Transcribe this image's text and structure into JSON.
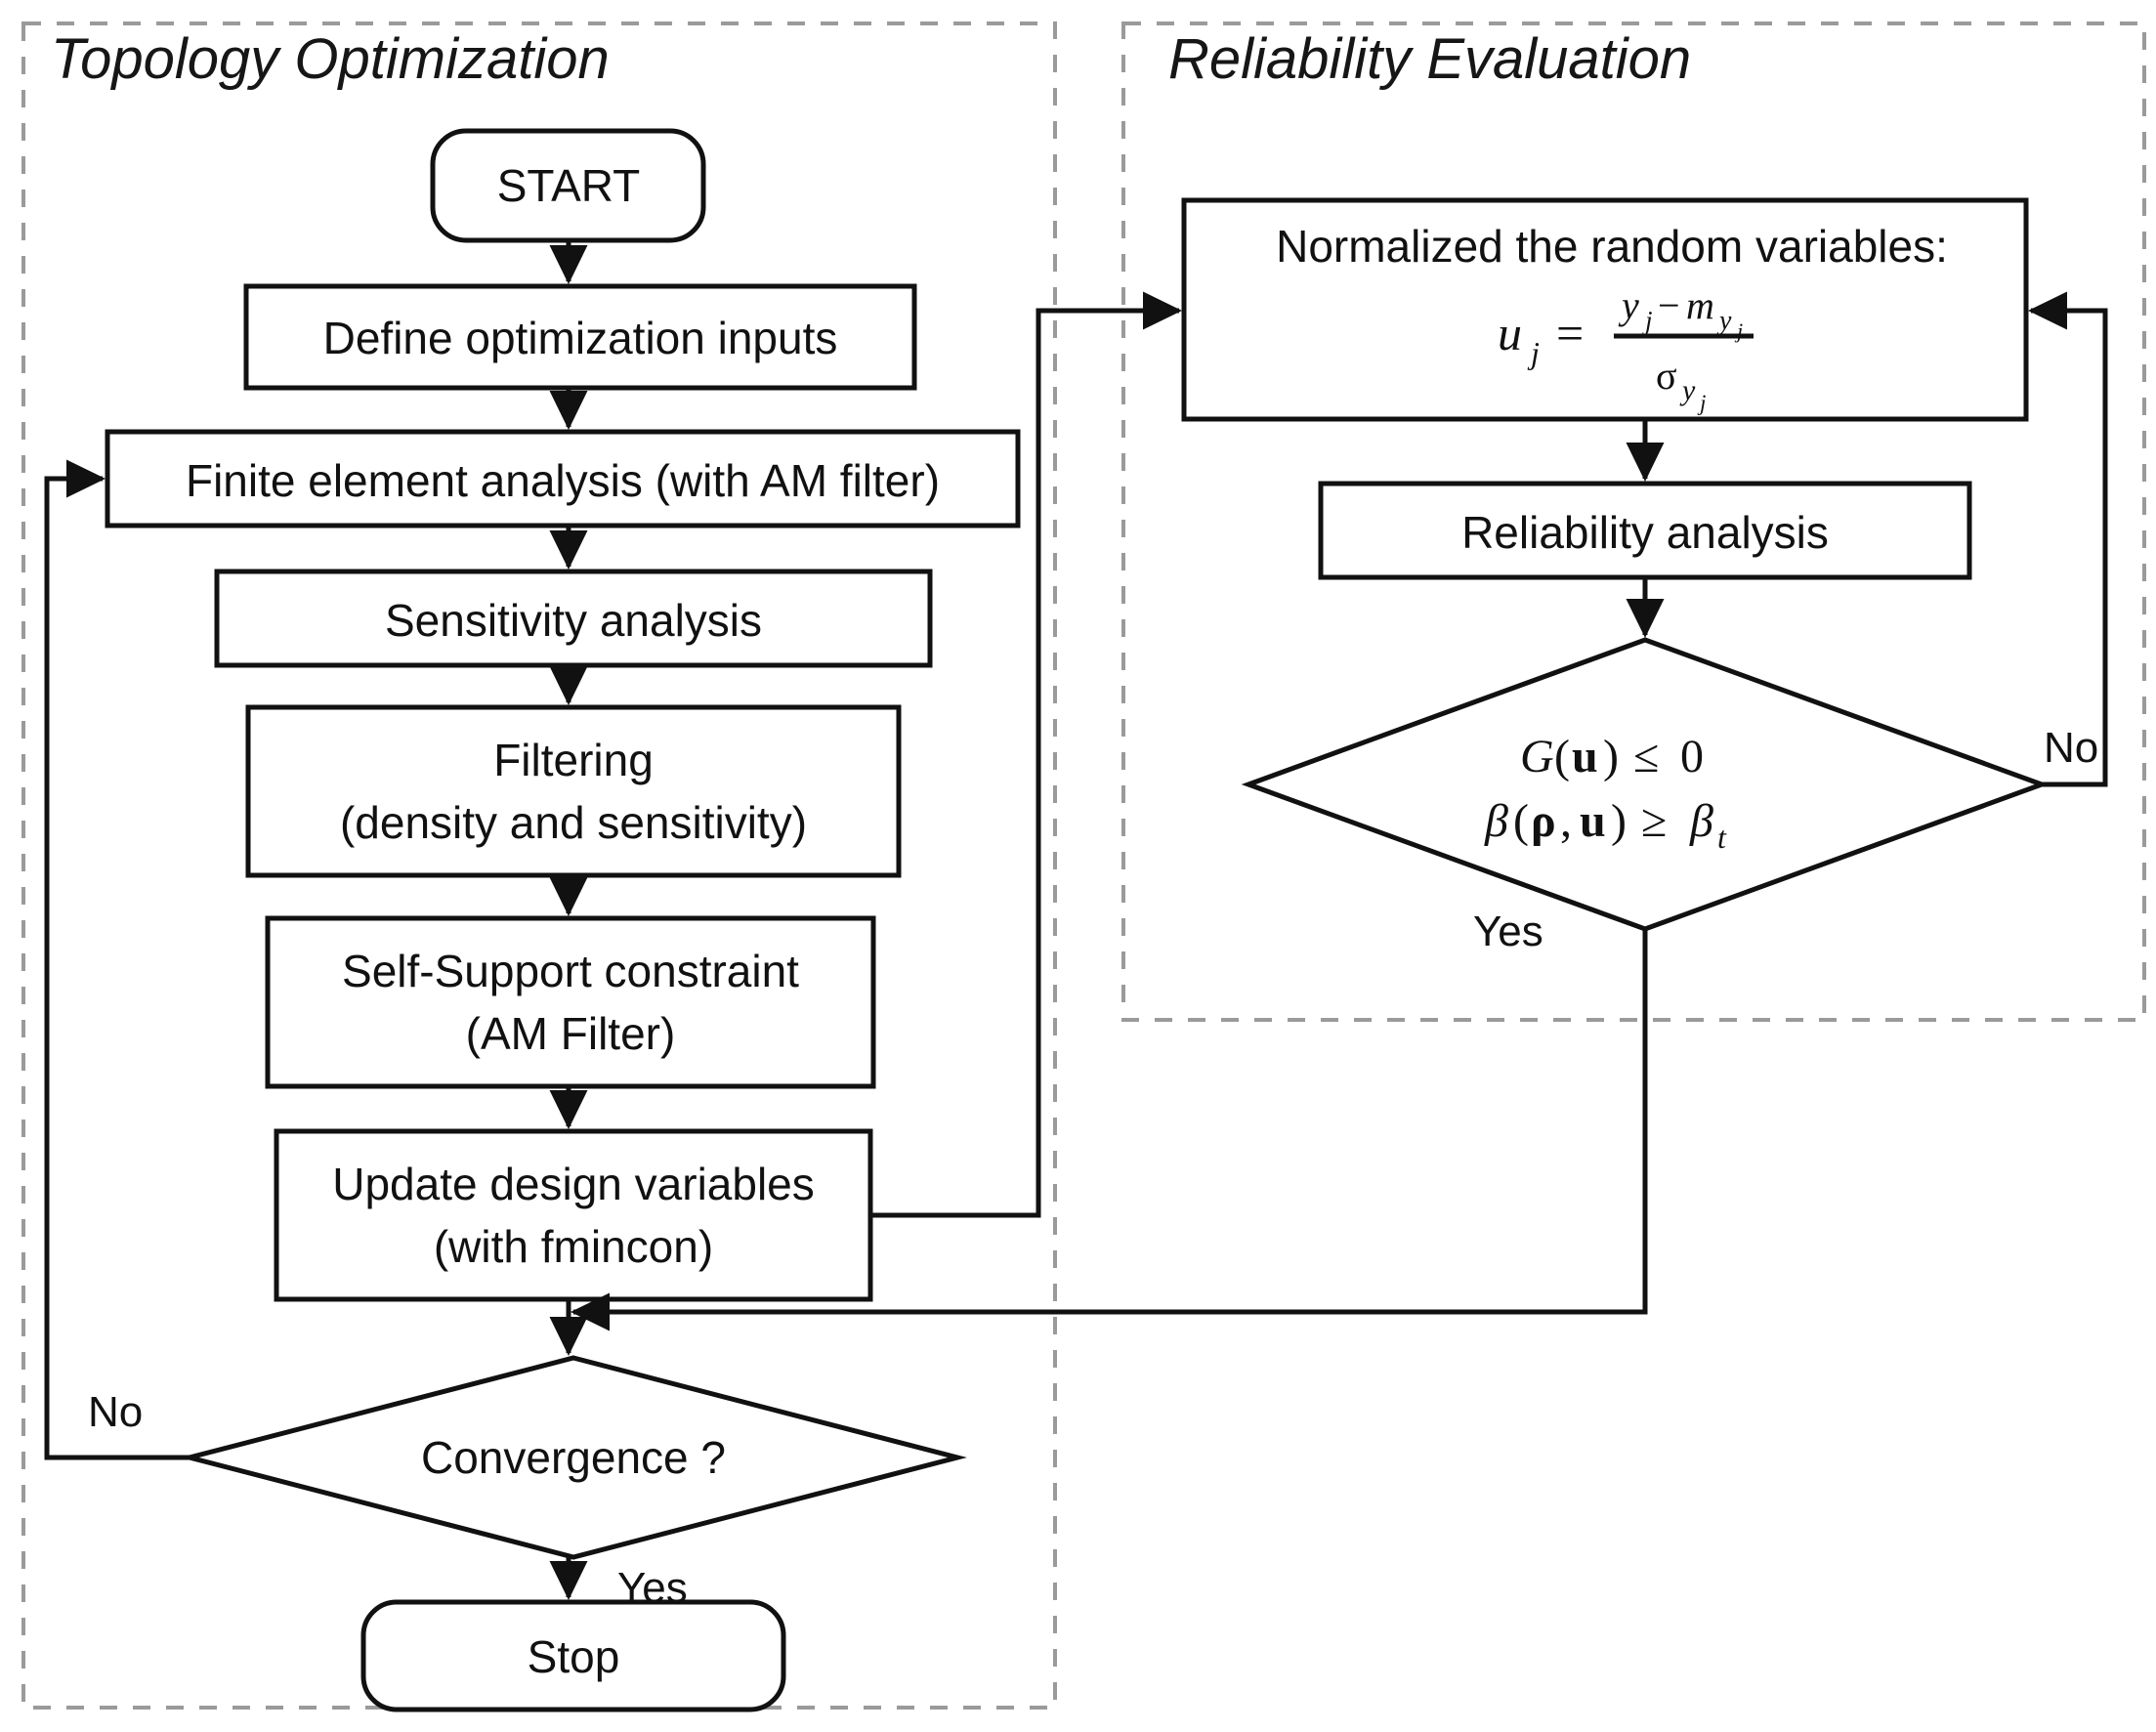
{
  "diagram": {
    "type": "flowchart",
    "panels": [
      {
        "id": "topology",
        "title": "Topology Optimization"
      },
      {
        "id": "reliability",
        "title": "Reliability Evaluation"
      }
    ],
    "nodes": {
      "start": {
        "label": "START",
        "shape": "rounded-terminator"
      },
      "define_inputs": {
        "label": "Define optimization inputs",
        "shape": "process"
      },
      "fea": {
        "label": "Finite element analysis (with AM filter)",
        "shape": "process"
      },
      "sensitivity": {
        "label": "Sensitivity analysis",
        "shape": "process"
      },
      "filtering": {
        "line1": "Filtering",
        "line2": "(density and sensitivity)",
        "shape": "process"
      },
      "self_support": {
        "line1": "Self-Support constraint",
        "line2": "(AM Filter)",
        "shape": "process"
      },
      "update_design": {
        "line1": "Update design variables",
        "line2": "(with fmincon)",
        "shape": "process"
      },
      "convergence": {
        "label": "Convergence ?",
        "shape": "decision"
      },
      "stop": {
        "label": "Stop",
        "shape": "rounded-terminator"
      },
      "normalize": {
        "label": "Normalized the random variables:",
        "formula": {
          "lhs": "u",
          "lhs_sub": "j",
          "eq": "=",
          "num": "y_j - m_{y_j}",
          "den": "σ_{y_j}"
        },
        "shape": "process"
      },
      "reliability_analysis": {
        "label": "Reliability analysis",
        "shape": "process"
      },
      "reliability_check": {
        "line1": "G(u) ≤ 0",
        "line2": "β(ρ, u) ≥ βₜ",
        "shape": "decision"
      }
    },
    "edge_labels": {
      "convergence_no": "No",
      "convergence_yes": "Yes",
      "check_no": "No",
      "check_yes": "Yes"
    },
    "colors": {
      "stroke": "#111111",
      "panel_border": "#9a9a9a",
      "background": "#ffffff"
    }
  }
}
